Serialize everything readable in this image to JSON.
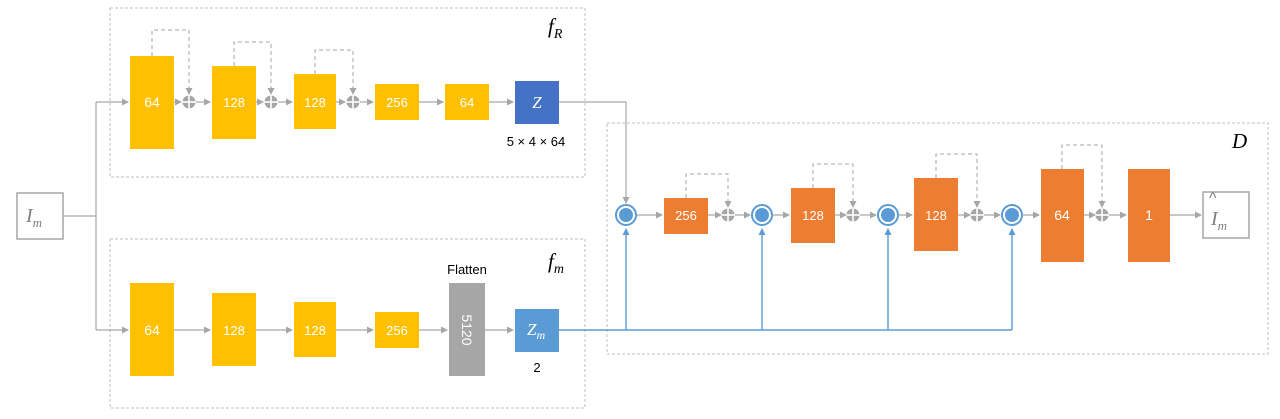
{
  "input": {
    "base": "I",
    "sub": "m"
  },
  "output": {
    "hat": "^",
    "base": "I",
    "sub": "m"
  },
  "fR": {
    "title_base": "f",
    "title_sub": "R",
    "blocks": [
      "64",
      "128",
      "128",
      "256",
      "64"
    ],
    "z": "Z",
    "z_dims": "5 × 4 × 64"
  },
  "fm": {
    "title_base": "f",
    "title_sub": "m",
    "blocks": [
      "64",
      "128",
      "128",
      "256"
    ],
    "flatten_label": "Flatten",
    "flatten_value": "5120",
    "z_base": "Z",
    "z_sub": "m",
    "z_dims": "2"
  },
  "D": {
    "title": "D",
    "blocks": [
      "256",
      "128",
      "128",
      "64",
      "1"
    ]
  },
  "colors": {
    "encoder_block": "#FFC000",
    "decoder_block": "#ED7D31",
    "latent_z": "#4472C4",
    "latent_zm": "#5B9BD5",
    "flatten": "#A6A6A6",
    "arrow": "#A6A6A6",
    "condition_line": "#5B9BD5"
  },
  "icons": [
    "add-icon",
    "concat-icon",
    "arrow-icon"
  ]
}
